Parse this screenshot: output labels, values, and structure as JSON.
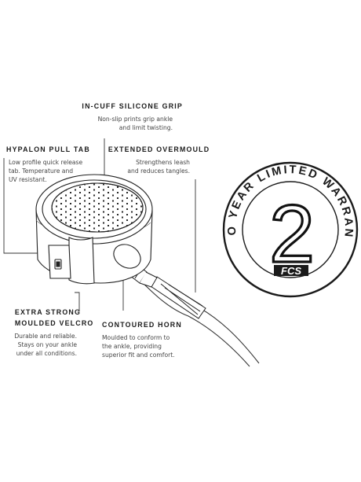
{
  "callouts": {
    "in_cuff": {
      "title": "IN-CUFF SILICONE GRIP",
      "desc": [
        "Non-slip prints grip ankle",
        "and limit twisting."
      ]
    },
    "hypalon": {
      "title": "HYPALON PULL TAB",
      "desc": [
        "Low profile quick release",
        "tab. Temperature and",
        "UV resistant."
      ]
    },
    "overmould": {
      "title": "EXTENDED OVERMOULD",
      "desc": [
        "Strengthens leash",
        "and reduces tangles."
      ]
    },
    "velcro": {
      "title": [
        "EXTRA STRONG",
        "MOULDED VELCRO"
      ],
      "desc": [
        "Durable and reliable.",
        "Stays on your ankle",
        "under all conditions."
      ]
    },
    "horn": {
      "title": "CONTOURED HORN",
      "desc": [
        "Moulded to conform to",
        "the ankle, providing",
        "superior fit and comfort."
      ]
    }
  },
  "badge": {
    "arc_text": "TWO YEAR LIMITED WARRANTY",
    "number": "2",
    "logo": "FCS"
  }
}
